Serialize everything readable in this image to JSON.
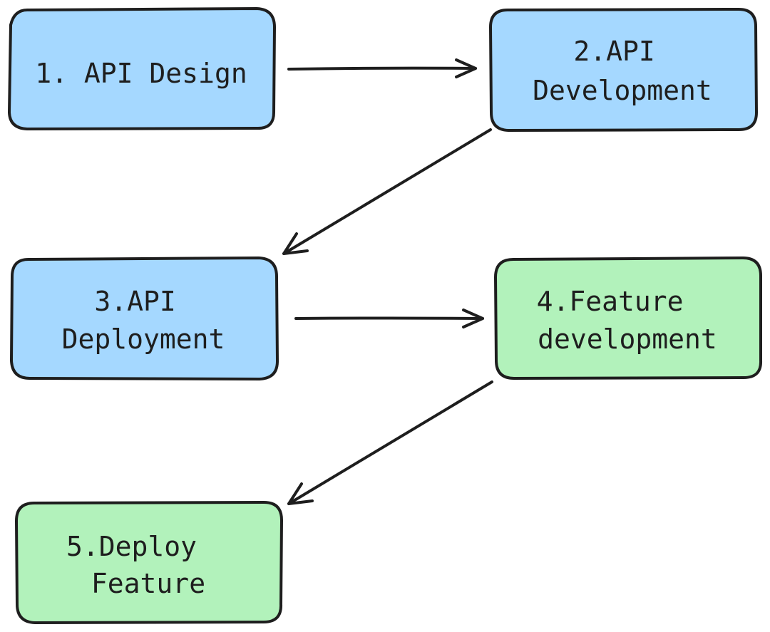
{
  "colors": {
    "blue_fill": "#a5d8ff",
    "green_fill": "#b2f2bb",
    "stroke": "#1e1e1e",
    "background": "#ffffff"
  },
  "steps": [
    {
      "id": "api-design",
      "lines": [
        "1. API Design"
      ],
      "fill": "blue"
    },
    {
      "id": "api-development",
      "lines": [
        "2.API",
        "Development"
      ],
      "fill": "blue"
    },
    {
      "id": "api-deployment",
      "lines": [
        "3.API",
        "Deployment"
      ],
      "fill": "blue"
    },
    {
      "id": "feature-development",
      "lines": [
        "4.Feature",
        "development"
      ],
      "fill": "green"
    },
    {
      "id": "deploy-feature",
      "lines": [
        "5.Deploy",
        "Feature"
      ],
      "fill": "green"
    }
  ],
  "connections": [
    {
      "from": "api-design",
      "to": "api-development"
    },
    {
      "from": "api-development",
      "to": "api-deployment"
    },
    {
      "from": "api-deployment",
      "to": "feature-development"
    },
    {
      "from": "feature-development",
      "to": "deploy-feature"
    }
  ]
}
